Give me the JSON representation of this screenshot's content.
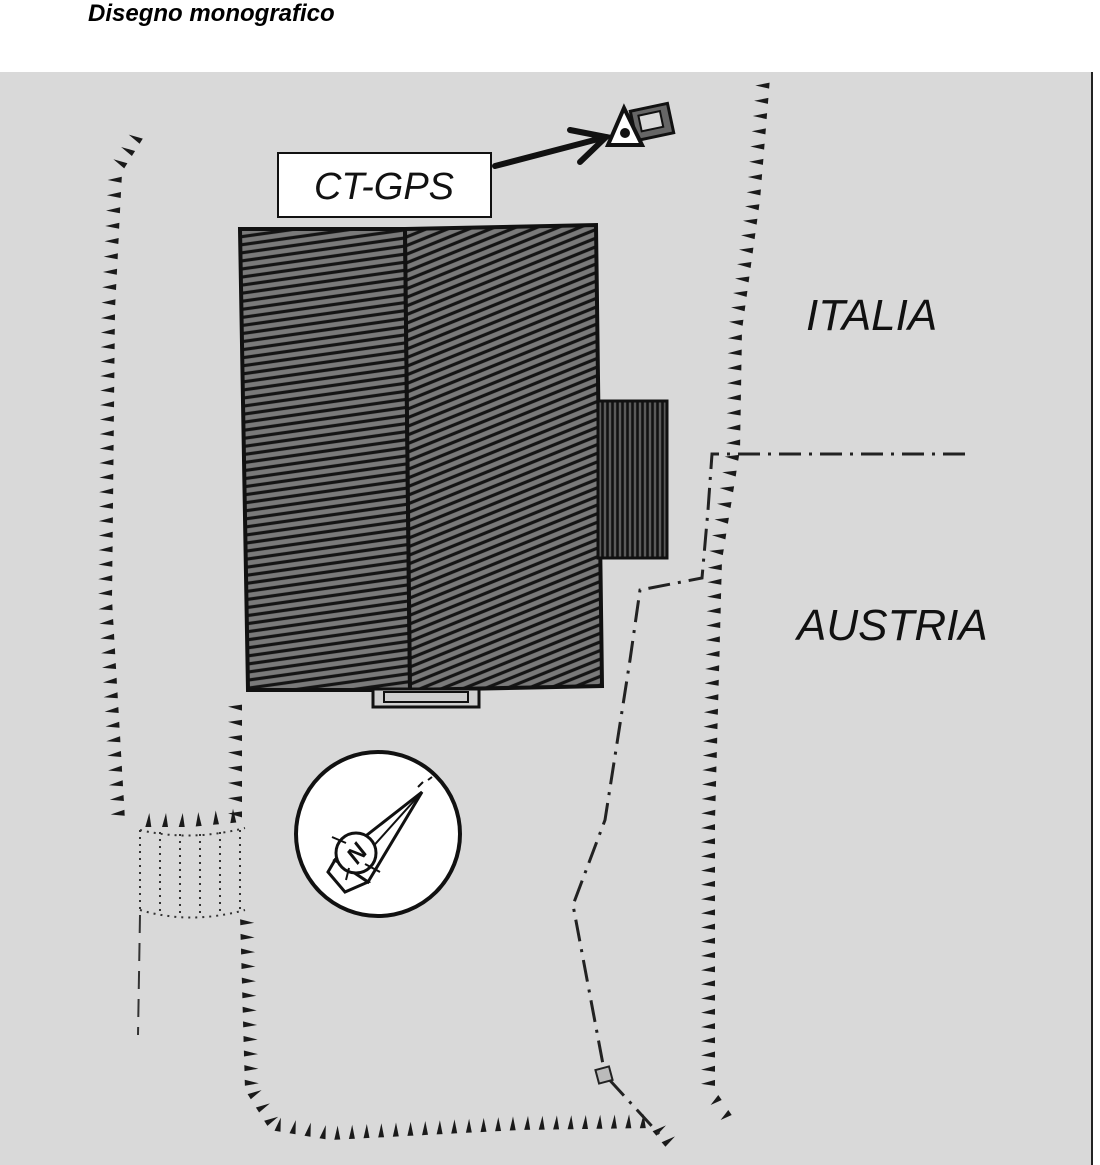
{
  "heading": "Disegno monografico",
  "labels": {
    "station": "CT-GPS",
    "north_country": "ITALIA",
    "south_country": "AUSTRIA",
    "compass_letter": "N"
  },
  "colors": {
    "map_background": "#d9d9d9",
    "ink": "#1a1a1a",
    "label_box": "#ffffff"
  }
}
